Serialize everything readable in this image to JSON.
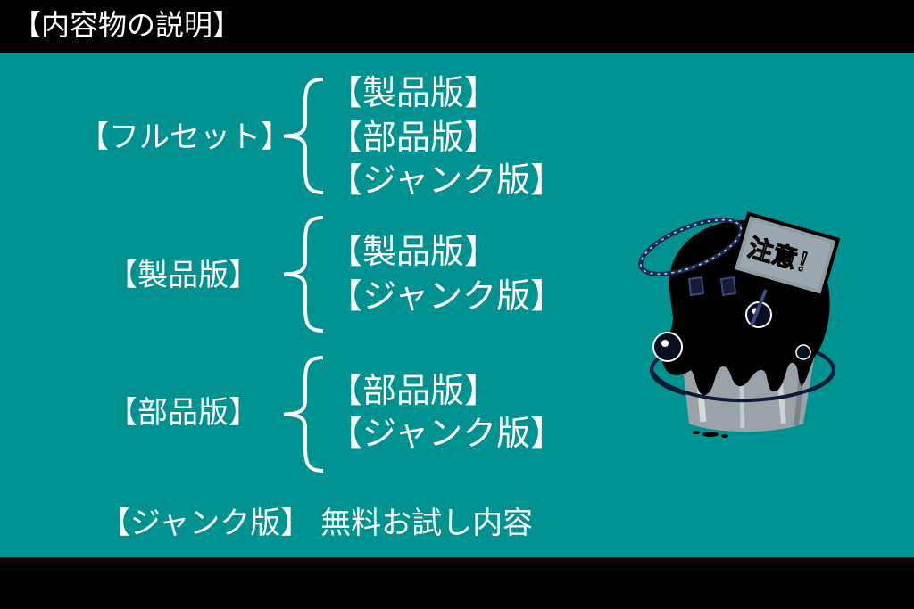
{
  "header": {
    "title": "【内容物の説明】"
  },
  "groups": [
    {
      "label": "【フルセット】",
      "items": [
        "【製品版】",
        "【部品版】",
        "【ジャンク版】"
      ]
    },
    {
      "label": "【製品版】",
      "items": [
        "【製品版】",
        "【ジャンク版】"
      ]
    },
    {
      "label": "【部品版】",
      "items": [
        "【部品版】",
        "【ジャンク版】"
      ]
    }
  ],
  "footer_note": "【ジャンク版】 無料お試し内容",
  "mascot": {
    "sign_text": "注意！"
  },
  "colors": {
    "panel": "#009191",
    "header": "#000000",
    "text": "#ffffff"
  }
}
